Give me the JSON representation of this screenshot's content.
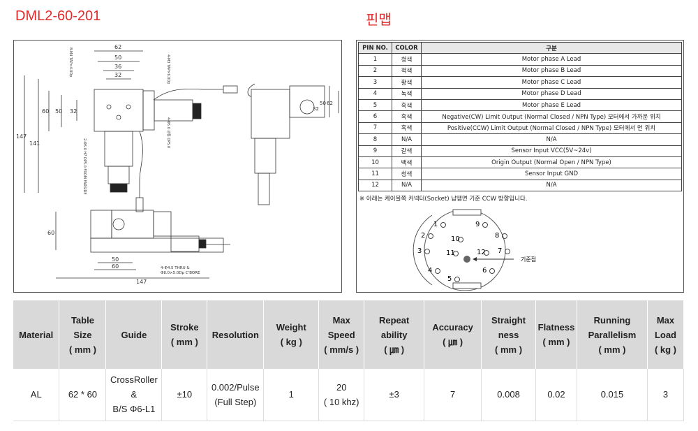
{
  "header": {
    "model": "DML2-60-201",
    "pinmap_title": "핀맵"
  },
  "drawing": {
    "dims": [
      "62",
      "50",
      "36",
      "32",
      "60",
      "50",
      "32",
      "147",
      "141",
      "50",
      "60",
      "147",
      "60",
      "62",
      "50",
      "32"
    ],
    "notes": [
      "8-M4 TAP×4.0Dp",
      "4-M3 TAP×6.0Dp",
      "2-Φ5.0 H7 DP5.0 FROM FARSIDE",
      "4-Φ5.0 관통 DP5.0",
      "4-Φ4.5 THRU &",
      "Φ8.0×5.0Dp C'BORE"
    ]
  },
  "pinmap": {
    "headers": [
      "PIN NO.",
      "COLOR",
      "구분"
    ],
    "rows": [
      [
        "1",
        "청색",
        "Motor phase A Lead"
      ],
      [
        "2",
        "적색",
        "Motor phase B Lead"
      ],
      [
        "3",
        "황색",
        "Motor phase C Lead"
      ],
      [
        "4",
        "녹색",
        "Motor phase D Lead"
      ],
      [
        "5",
        "흑색",
        "Motor phase E Lead"
      ],
      [
        "6",
        "흑색",
        "Negative(CW) Limit Output (Normal Closed / NPN Type) 모터에서 가까운 위치"
      ],
      [
        "7",
        "흑색",
        "Positive(CCW) Limit Output (Normal Closed / NPN Type) 모터에서 먼 위치"
      ],
      [
        "8",
        "N/A",
        "N/A"
      ],
      [
        "9",
        "갈색",
        "Sensor Input VCC(5V~24v)"
      ],
      [
        "10",
        "백색",
        "Origin Output (Normal Open / NPN Type)"
      ],
      [
        "11",
        "청색",
        "Sensor Input GND"
      ],
      [
        "12",
        "N/A",
        "N/A"
      ]
    ],
    "note": "※ 아래는 케이블쪽 커넥터(Socket) 납땜면 기준 CCW 방향입니다.",
    "connector": {
      "pins": [
        "1",
        "2",
        "3",
        "4",
        "5",
        "6",
        "7",
        "8",
        "9",
        "10",
        "11",
        "12"
      ],
      "reference_label": "기준점"
    }
  },
  "spec": {
    "headers": [
      [
        "Material"
      ],
      [
        "Table",
        "Size",
        "( mm )"
      ],
      [
        "Guide"
      ],
      [
        "Stroke",
        "( mm )"
      ],
      [
        "Resolution"
      ],
      [
        "Weight",
        "( kg )"
      ],
      [
        "Max",
        "Speed",
        "( mm/s )"
      ],
      [
        "Repeat",
        "ability",
        "( ㎛ )"
      ],
      [
        "Accuracy",
        "( ㎛ )"
      ],
      [
        "Straight",
        "ness",
        "( mm )"
      ],
      [
        "Flatness",
        "( mm )"
      ],
      [
        "Running",
        "Parallelism",
        "( mm )"
      ],
      [
        "Max",
        "Load",
        "( kg )"
      ]
    ],
    "values": [
      [
        "AL"
      ],
      [
        "62 * 60"
      ],
      [
        "CrossRoller",
        "&",
        "B/S Φ6-L1"
      ],
      [
        "±10"
      ],
      [
        "0.002/Pulse",
        "(Full Step)"
      ],
      [
        "1"
      ],
      [
        "20",
        "( 10 khz)"
      ],
      [
        "±3"
      ],
      [
        "7"
      ],
      [
        "0.008"
      ],
      [
        "0.02"
      ],
      [
        "0.015"
      ],
      [
        "3"
      ]
    ]
  },
  "colors": {
    "title": "#e02b2b",
    "header_bg": "#d9d9d9"
  }
}
